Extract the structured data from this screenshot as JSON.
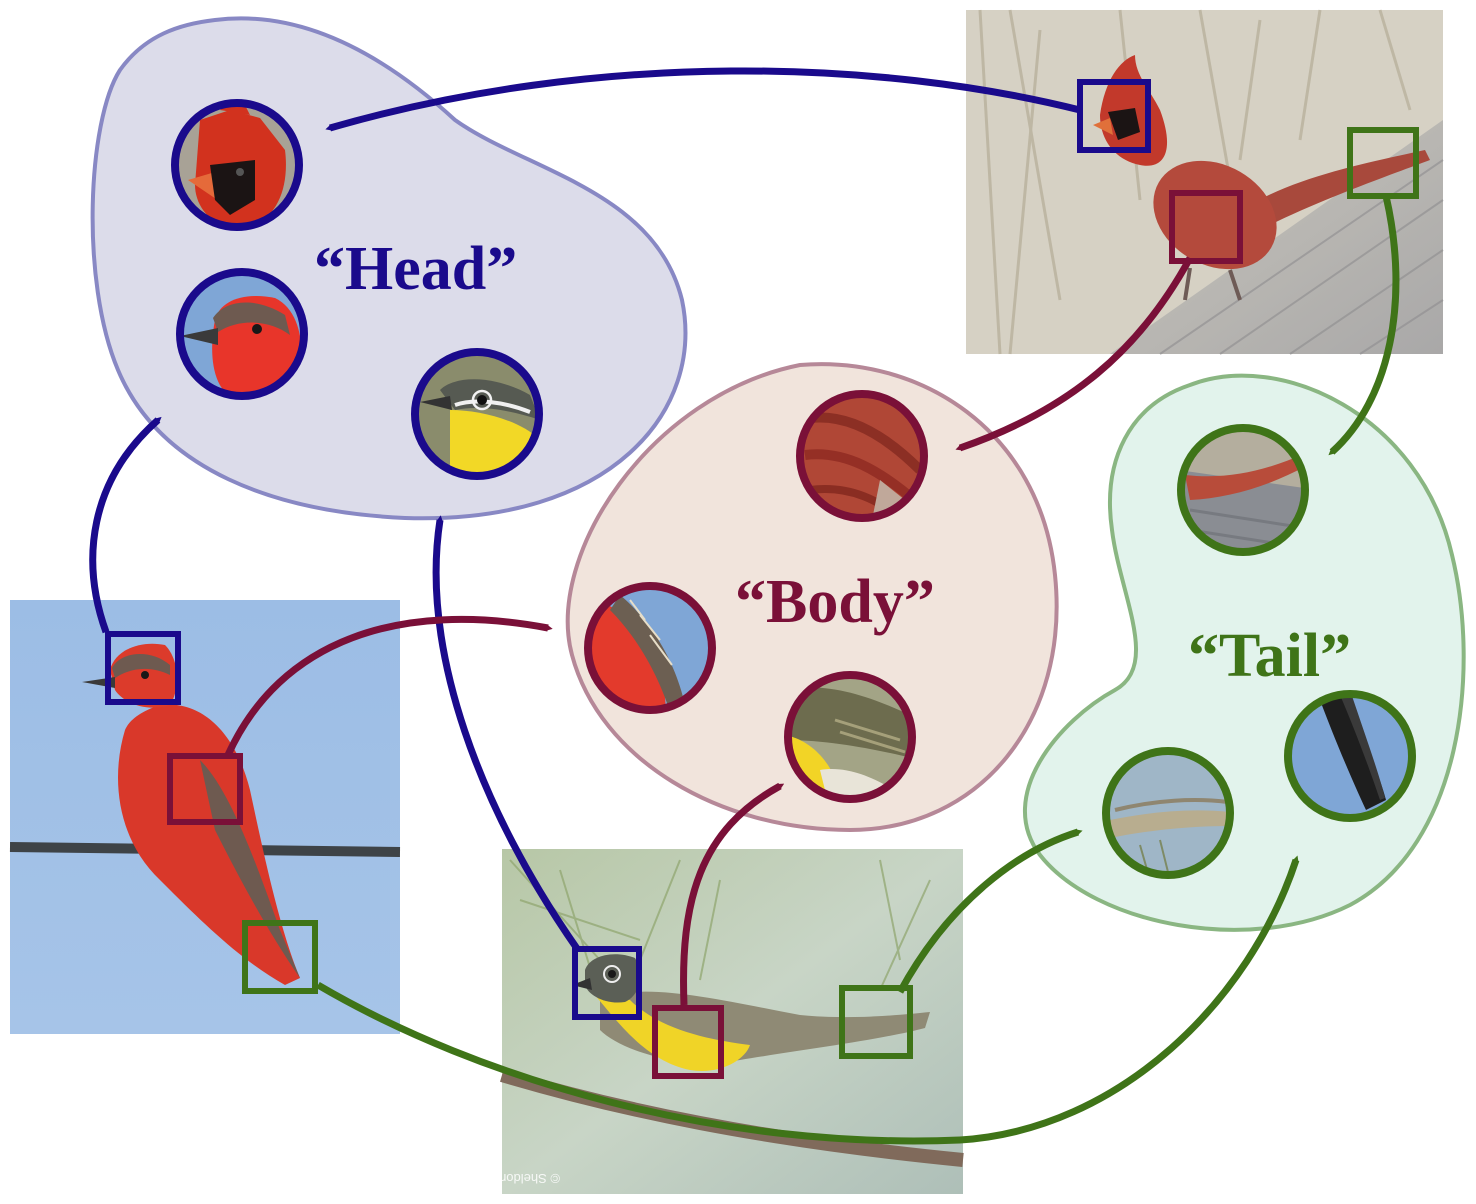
{
  "clusters": {
    "head": {
      "label": "“Head”",
      "color": "#1a0a8c",
      "fill": "#dcdcea",
      "edge": "#8888c4"
    },
    "body": {
      "label": "“Body”",
      "color": "#7a1038",
      "fill": "#f1e4dc",
      "edge": "#b68898"
    },
    "tail": {
      "label": "“Tail”",
      "color": "#3f7418",
      "fill": "#e2f3ec",
      "edge": "#8ab682"
    }
  },
  "photos": {
    "cardinal": {
      "subject": "northern cardinal on a wooden rail"
    },
    "flycatcher": {
      "subject": "vermilion flycatcher perched on a wire"
    },
    "chat": {
      "subject": "yellow-breasted chat on a pine branch",
      "watermark": "© Sheldon_G.Wilson"
    }
  }
}
